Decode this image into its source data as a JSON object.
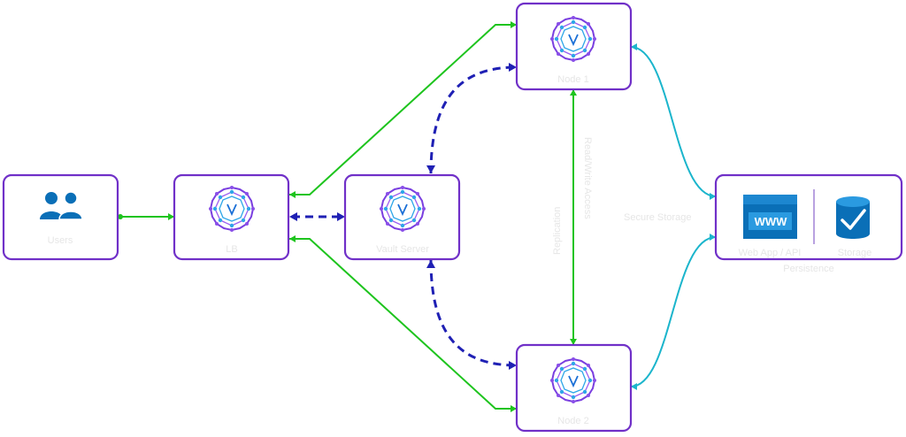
{
  "nodes": {
    "users": {
      "label": "Users",
      "icon": "users-icon"
    },
    "lb": {
      "label": "LB",
      "icon": "vault-icon"
    },
    "vault_server": {
      "label": "Vault Server",
      "icon": "vault-icon"
    },
    "n1": {
      "label": "Node 1",
      "icon": "vault-icon"
    },
    "n2": {
      "label": "Node 2",
      "icon": "vault-icon"
    },
    "storage": {
      "label1": "Web App / API",
      "label2": "Storage",
      "label3": "Persistence",
      "icon_web": "www-icon",
      "icon_db": "database-check-icon",
      "web_text": "WWW"
    }
  },
  "edge_labels": {
    "replication_v": "Replication",
    "read_write": "Read/Write Access",
    "secure_storage": "Secure Storage"
  },
  "colors": {
    "border": "#7030c8",
    "green": "#1ec41e",
    "blue_dashed": "#1f20b4",
    "cyan": "#1bb5cc",
    "icon_blue": "#0a6fb7",
    "label_gray": "#e6e6e6"
  }
}
